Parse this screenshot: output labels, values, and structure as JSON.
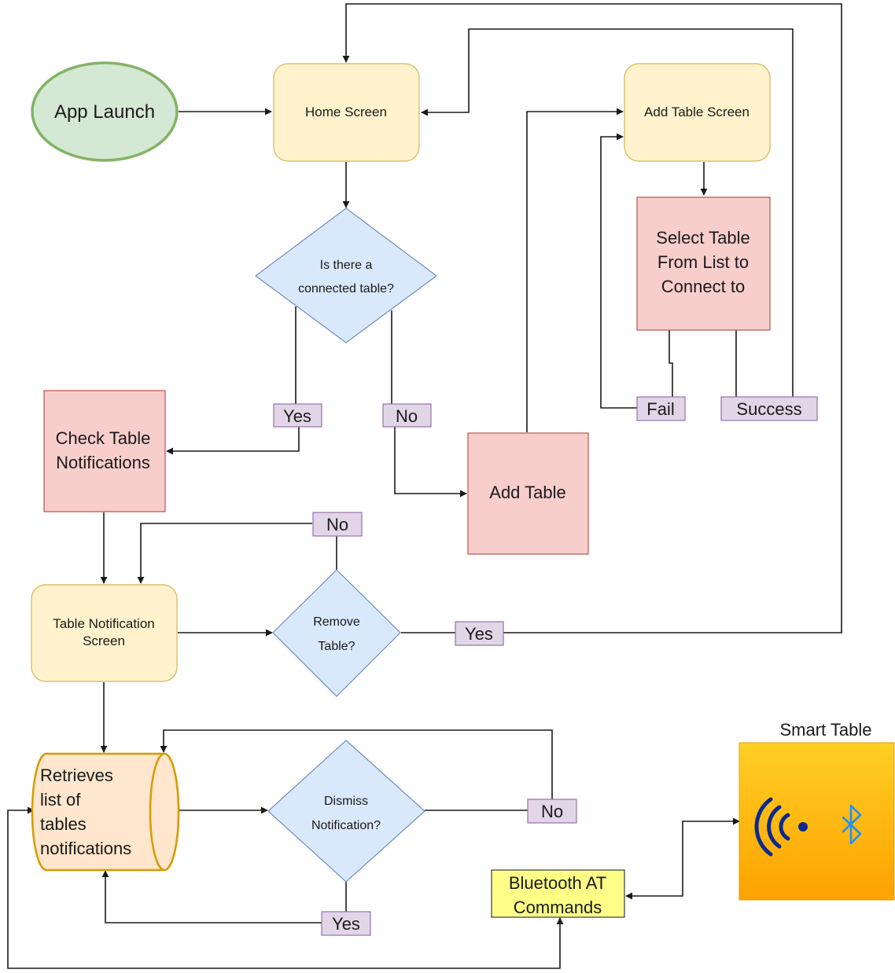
{
  "nodes": {
    "app_launch": "App Launch",
    "home_screen": "Home Screen",
    "connected_question_line1": "Is there a",
    "connected_question_line2": "connected table?",
    "add_table_screen": "Add Table Screen",
    "select_table_line1": "Select Table",
    "select_table_line2": "From List to",
    "select_table_line3": "Connect to",
    "check_notifications_line1": "Check Table",
    "check_notifications_line2": "Notifications",
    "add_table": "Add Table",
    "table_notification_screen_line1": "Table Notification",
    "table_notification_screen_line2": "Screen",
    "remove_table_line1": "Remove",
    "remove_table_line2": "Table?",
    "retrieves_line1": "Retrieves",
    "retrieves_line2": "list of",
    "retrieves_line3": "tables",
    "retrieves_line4": "notifications",
    "dismiss_line1": "Dismiss",
    "dismiss_line2": "Notification?",
    "bluetooth_line1": "Bluetooth AT",
    "bluetooth_line2": "Commands",
    "smart_table_title": "Smart Table"
  },
  "edge_labels": {
    "yes_connected": "Yes",
    "no_connected": "No",
    "fail": "Fail",
    "success": "Success",
    "no_remove": "No",
    "yes_remove": "Yes",
    "no_dismiss": "No",
    "yes_dismiss": "Yes"
  },
  "icons": {
    "smart_table_wifi": "wireless-signal-icon",
    "smart_table_bluetooth": "bluetooth-icon"
  },
  "colors": {
    "terminal_fill": "#d5e8d4",
    "terminal_stroke": "#82b366",
    "screen_fill": "#fff2cc",
    "screen_stroke": "#d6b656",
    "decision_fill": "#dae8fc",
    "decision_stroke": "#6c8ebf",
    "action_fill": "#f8cecc",
    "action_stroke": "#b85450",
    "label_fill": "#e1d5e7",
    "label_stroke": "#9673a6",
    "datastore_fill": "#ffe6cc",
    "datastore_stroke": "#d79b00",
    "bluetooth_fill": "#ffff88",
    "smart_table_fill": "#ffc000"
  }
}
